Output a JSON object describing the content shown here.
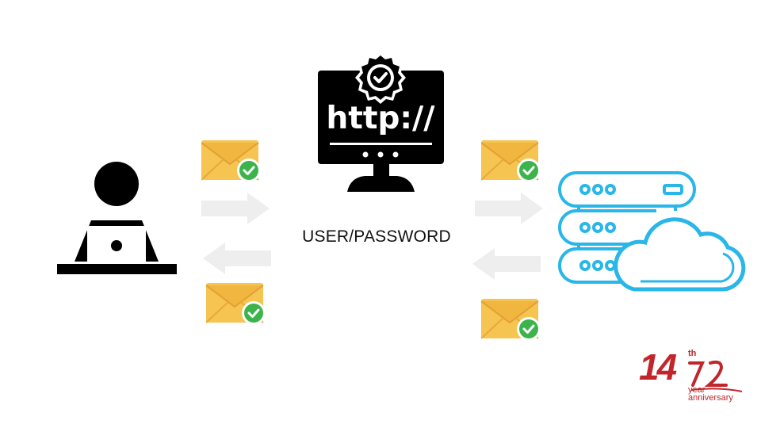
{
  "diagram": {
    "http_text": "http://",
    "credential_label": "USER/PASSWORD",
    "colors": {
      "icon_dark": "#000000",
      "envelope": "#f5c451",
      "envelope_flap": "#e8a93a",
      "check_green": "#3cb44b",
      "arrow_gray": "#eeeeee",
      "server_cyan": "#29b6e8"
    },
    "icons": [
      "user-laptop-icon",
      "http-monitor-icon",
      "server-cloud-icon",
      "verified-envelope-icon",
      "right-arrow-icon",
      "left-arrow-icon"
    ]
  },
  "logo": {
    "number": "14",
    "superscript": "th",
    "word1": "year",
    "word2": "anniversary",
    "color": "#c0262c"
  }
}
